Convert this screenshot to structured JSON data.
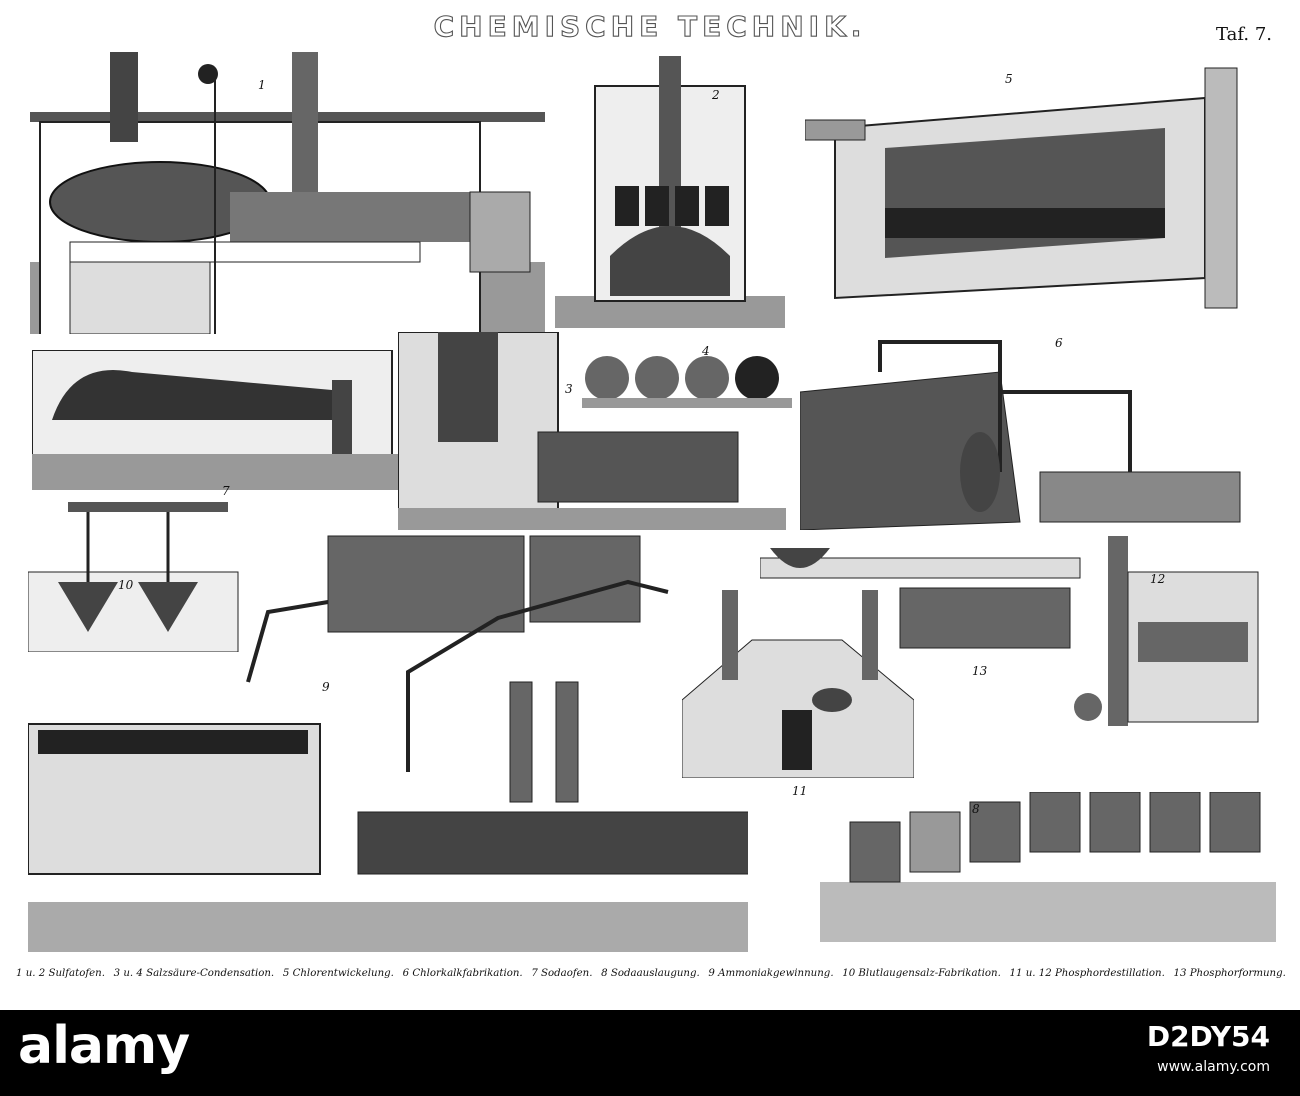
{
  "plate": {
    "title": "CHEMISCHE TECHNIK.",
    "number": "Taf. 7."
  },
  "figures": {
    "f1": "1",
    "f2": "2",
    "f3": "3",
    "f4": "4",
    "f5": "5",
    "f6": "6",
    "f7": "7",
    "f8": "8",
    "f9": "9",
    "f10": "10",
    "f11": "11",
    "f12": "12",
    "f13": "13"
  },
  "captions": [
    "1 u. 2 Sulfatofen.",
    "3 u. 4 Salzsäure-Condensation.",
    "5 Chlorentwickelung.",
    "6 Chlorkalkfabrikation.",
    "7 Sodaofen.",
    "8 Sodaauslaugung.",
    "9 Ammoniakgewinnung.",
    "10 Blutlaugensalz-Fabrikation.",
    "11 u. 12 Phosphordestillation.",
    "13 Phosphorformung."
  ],
  "watermark": {
    "logo": "alamy",
    "code": "D2DY54",
    "url": "www.alamy.com"
  }
}
